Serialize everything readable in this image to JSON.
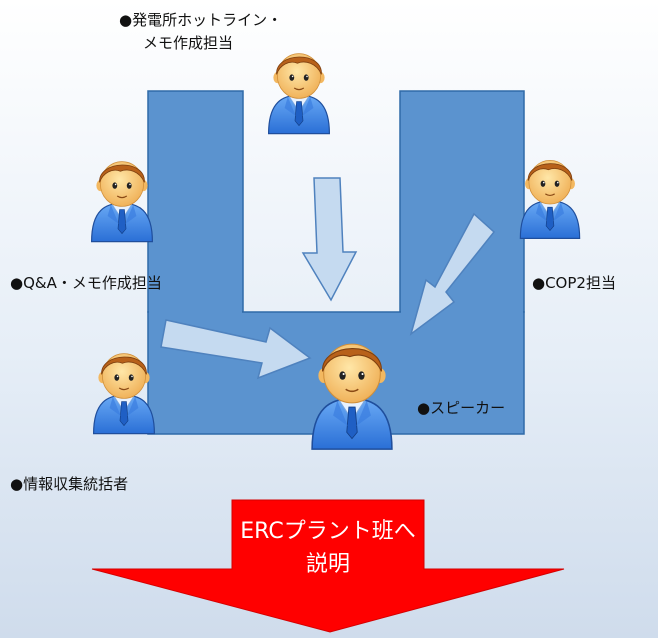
{
  "labels": {
    "hotline_line1": "●発電所ホットライン・",
    "hotline_line2": "メモ作成担当",
    "qa": "●Q&A・メモ作成担当",
    "cop2": "●COP2担当",
    "speaker": "●スピーカー",
    "info": "●情報収集統括者"
  },
  "big_arrow": {
    "line1": "ERCプラント班へ",
    "line2": "説明"
  },
  "colors": {
    "table_fill": "#5b93cf",
    "table_stroke": "#2f6aa8",
    "flow_arrow_fill": "#c5daf0",
    "flow_arrow_stroke": "#4f82be",
    "big_arrow": "#ff0000",
    "shirt": "#3f86e8",
    "skin": "#ffd27a",
    "hair": "#b8611a"
  }
}
